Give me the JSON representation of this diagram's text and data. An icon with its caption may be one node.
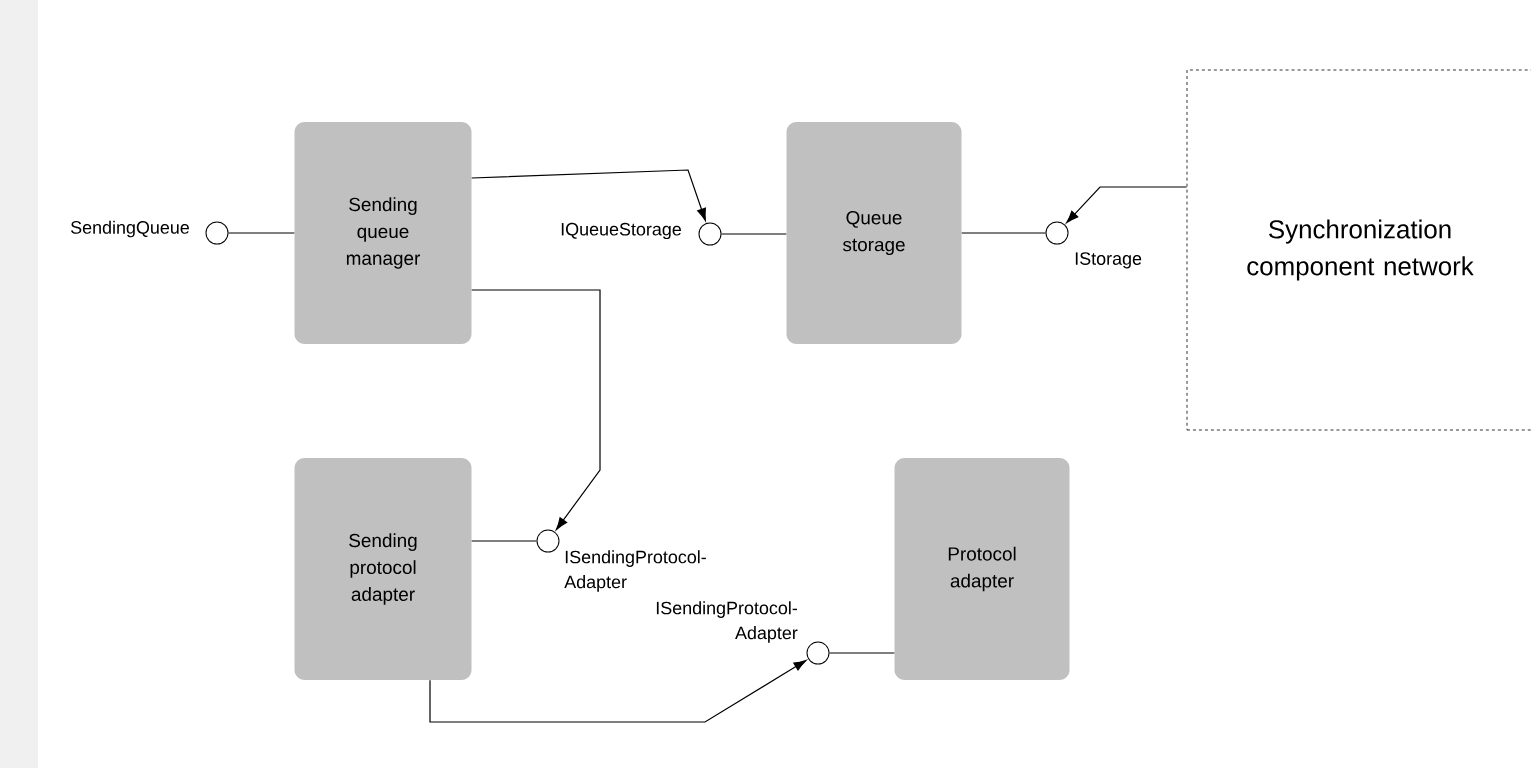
{
  "diagram": {
    "nodes": [
      {
        "text": [],
        "shape": "circle",
        "beside": [
          "SendingQueue"
        ]
      },
      {
        "text": [
          "Sending queue manager"
        ]
      },
      {
        "text": [],
        "shape": "circle",
        "beside": [
          "IQueueStorage"
        ]
      },
      {
        "text": [
          "Queue storage"
        ]
      },
      {
        "text": [],
        "shape": "circle",
        "beside": [
          "IStorage"
        ]
      },
      {
        "text": [
          "Synchronization component network"
        ]
      },
      {
        "text": [
          "Sending protocol adapter"
        ]
      },
      {
        "text": [],
        "shape": "circle",
        "beside": [
          "ISendingProtocol-Adapter"
        ]
      },
      {
        "text": [
          "Protocol adapter"
        ]
      },
      {
        "text": [],
        "shape": "circle",
        "beside": [
          "ISendingProtocol-Adapter"
        ]
      }
    ],
    "edges": [
      {
        "from": 1,
        "to": 0,
        "arrow": "none"
      },
      {
        "from": 1,
        "to": 2,
        "arrow": "to"
      },
      {
        "from": 2,
        "to": 3,
        "arrow": "none"
      },
      {
        "from": 3,
        "to": 4,
        "arrow": "none"
      },
      {
        "from": 5,
        "to": 4,
        "arrow": "to"
      },
      {
        "from": 1,
        "to": 7,
        "arrow": "to"
      },
      {
        "from": 6,
        "to": 7,
        "arrow": "none"
      },
      {
        "from": 6,
        "to": 9,
        "arrow": "to"
      },
      {
        "from": 9,
        "to": 8,
        "arrow": "none"
      }
    ]
  }
}
